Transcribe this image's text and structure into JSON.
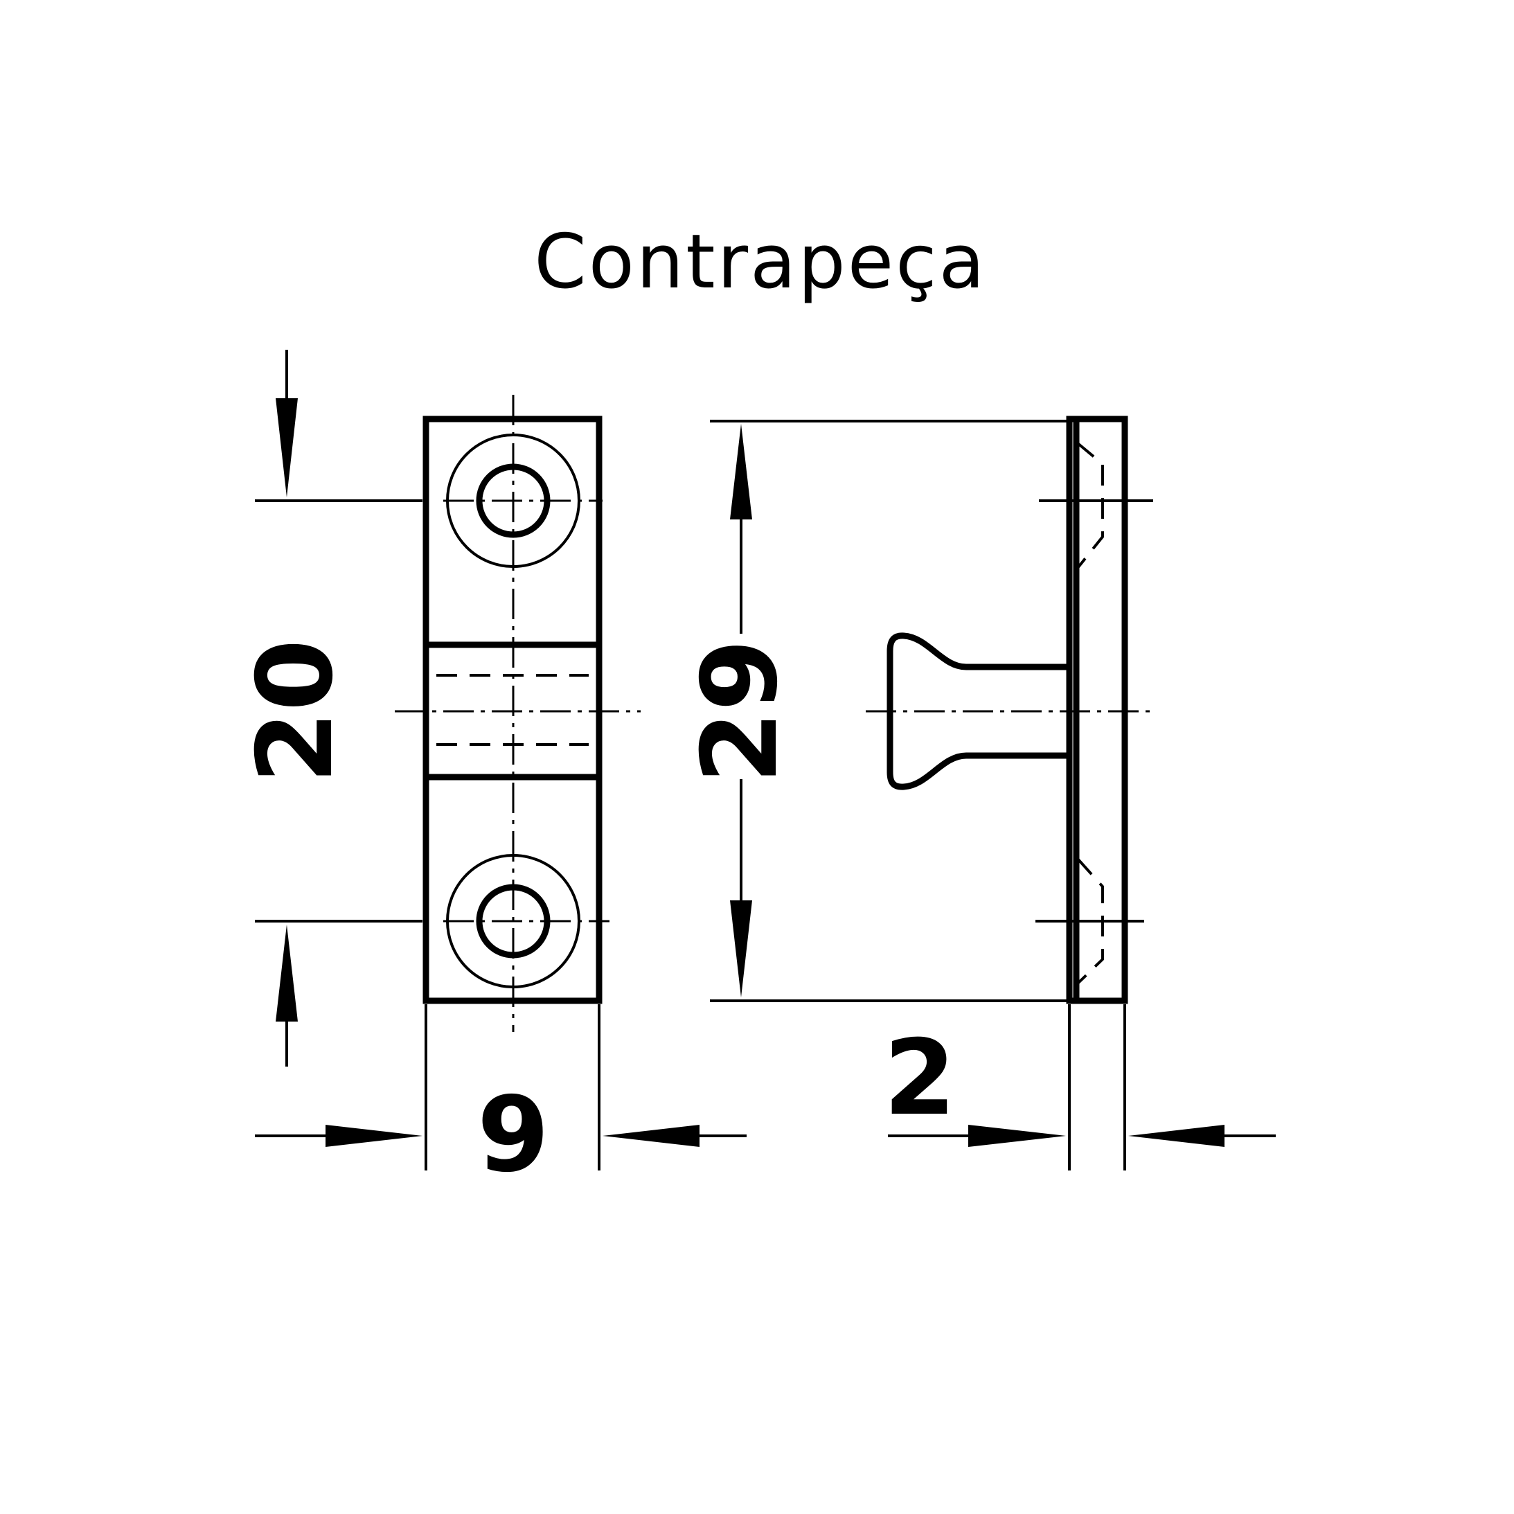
{
  "title": "Contrapeça",
  "dimensions": {
    "hole_spacing": "20",
    "height": "29",
    "width": "9",
    "thickness": "2"
  },
  "colors": {
    "ink": "#000000",
    "background": "#ffffff"
  }
}
